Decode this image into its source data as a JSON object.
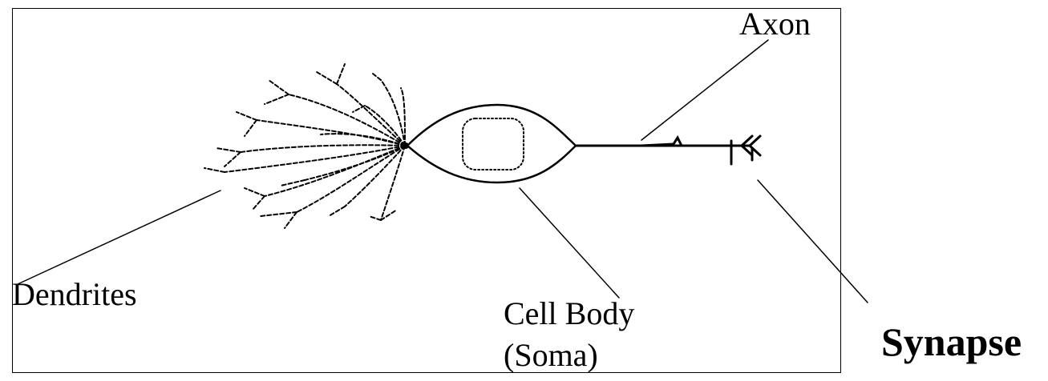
{
  "labels": {
    "axon": "Axon",
    "dendrites": "Dendrites",
    "cell_body": "Cell Body",
    "soma": "(Soma)",
    "synapse": "Synapse"
  },
  "colors": {
    "ink": "#000000",
    "background": "#ffffff"
  }
}
